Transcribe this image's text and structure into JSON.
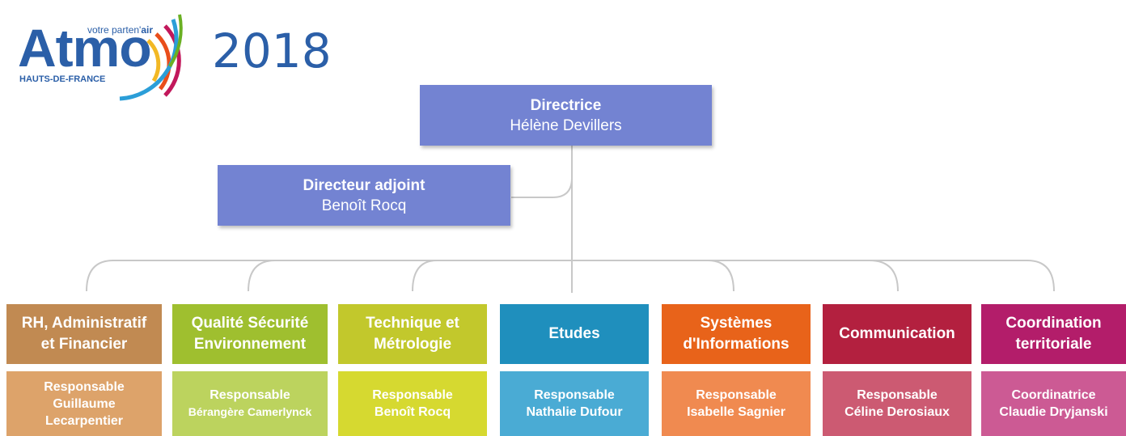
{
  "logo": {
    "tagline_prefix": "votre parten'",
    "tagline_suffix": "air",
    "wordmark": "Atmo",
    "region": "HAUTS-DE-FRANCE"
  },
  "year": "2018",
  "director": {
    "role": "Directrice",
    "name": "Hélène Devillers"
  },
  "deputy": {
    "role": "Directeur adjoint",
    "name": "Benoît Rocq"
  },
  "departments": [
    {
      "title_lines": [
        "RH, Administratif",
        "et Financier"
      ],
      "role": "Responsable",
      "name_lines": [
        "Guillaume",
        "Lecarpentier"
      ],
      "head_color": "#c18a52",
      "body_color": "#dda36a"
    },
    {
      "title_lines": [
        "Qualité Sécurité",
        "Environnement"
      ],
      "role": "Responsable",
      "name_lines": [
        "Bérangère Camerlynck"
      ],
      "head_color": "#9fbf2f",
      "body_color": "#bcd35e"
    },
    {
      "title_lines": [
        "Technique et",
        "Métrologie"
      ],
      "role": "Responsable",
      "name_lines": [
        "Benoît Rocq"
      ],
      "head_color": "#c2c82c",
      "body_color": "#d6d930"
    },
    {
      "title_lines": [
        "Etudes"
      ],
      "role": "Responsable",
      "name_lines": [
        "Nathalie Dufour"
      ],
      "head_color": "#1f8fbd",
      "body_color": "#4aabd4"
    },
    {
      "title_lines": [
        "Systèmes",
        "d'Informations"
      ],
      "role": "Responsable",
      "name_lines": [
        "Isabelle Sagnier"
      ],
      "head_color": "#e8631a",
      "body_color": "#f08a50"
    },
    {
      "title_lines": [
        "Communication"
      ],
      "role": "Responsable",
      "name_lines": [
        "Céline Derosiaux"
      ],
      "head_color": "#b3203f",
      "body_color": "#cc5a72"
    },
    {
      "title_lines": [
        "Coordination",
        "territoriale"
      ],
      "role": "Coordinatrice",
      "name_lines": [
        "Claudie Dryjanski"
      ],
      "head_color": "#b31d6a",
      "body_color": "#cc5a94"
    }
  ]
}
